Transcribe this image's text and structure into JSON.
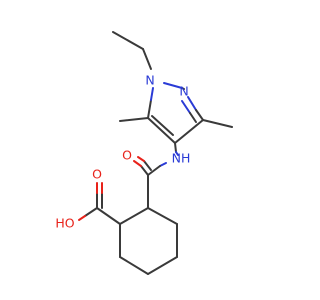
{
  "atoms": {
    "n1": "N",
    "n2": "N",
    "nh": "NH",
    "o_carbonyl": "O",
    "oh": "HO",
    "o_acid": "O"
  },
  "colors": {
    "bond": "#3a3a3a",
    "nitrogen": "#2a3bd6",
    "oxygen": "#e8221a",
    "background": "#ffffff"
  }
}
